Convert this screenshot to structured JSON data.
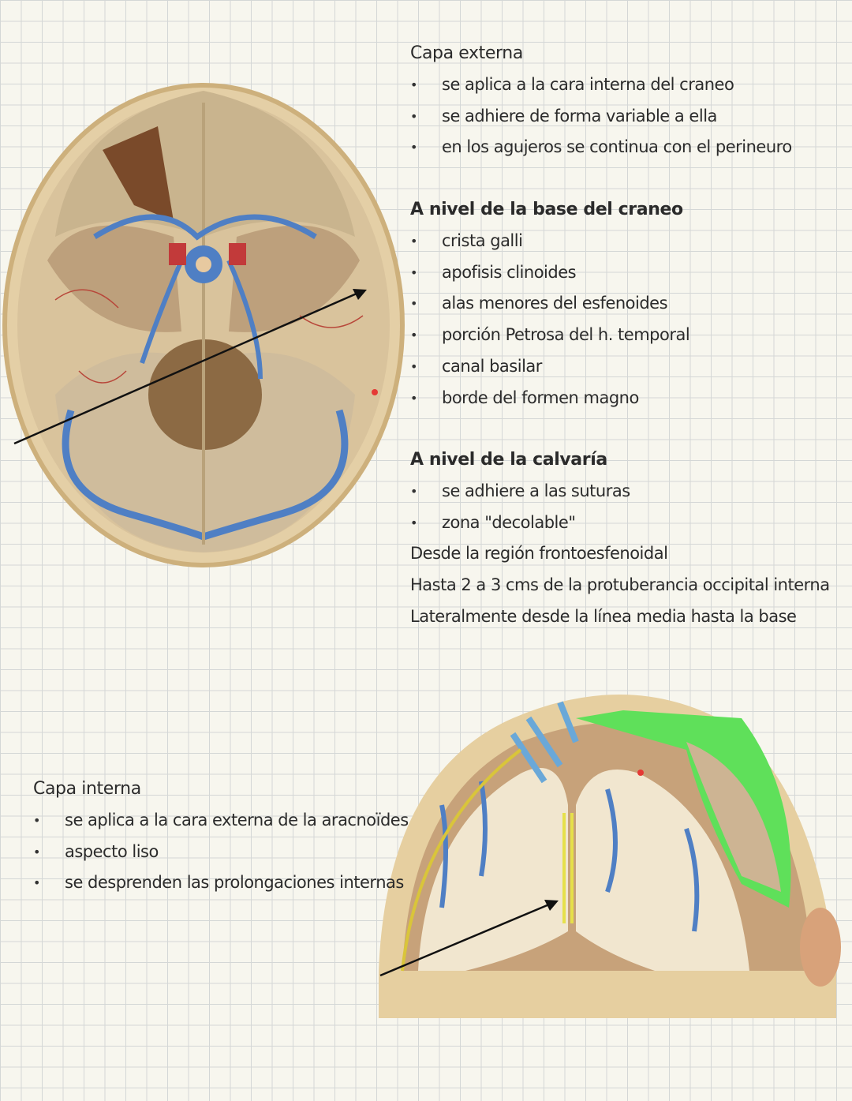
{
  "capa_externa": {
    "title": "Capa externa",
    "items": [
      "se aplica a la cara interna del craneo",
      "se adhiere de forma variable a ella",
      "en los agujeros se continua con el perineuro"
    ]
  },
  "base_craneo": {
    "title": "A nivel de la base del craneo",
    "items": [
      "crista galli",
      "apofisis clinoides",
      "alas menores del esfenoides",
      "porción Petrosa del h. temporal",
      "canal basilar",
      "borde del formen magno"
    ]
  },
  "calvaria": {
    "title": "A nivel de la calvaría",
    "items": [
      "se adhiere a las suturas",
      "zona \"decolable\""
    ],
    "lines": [
      "Desde la región frontoesfenoidal",
      "Hasta 2 a 3 cms de la protuberancia occipital interna",
      "Lateralmente desde la línea media hasta la base"
    ]
  },
  "capa_interna": {
    "title": "Capa interna",
    "items": [
      "se aplica a la cara externa de la aracnoïdes",
      "aspecto liso",
      "se desprenden las prolongaciones internas"
    ]
  },
  "colors": {
    "dura_green": "#5fe05a",
    "vein_blue": "#4f7fc4",
    "bone": "#e8d6b2"
  }
}
